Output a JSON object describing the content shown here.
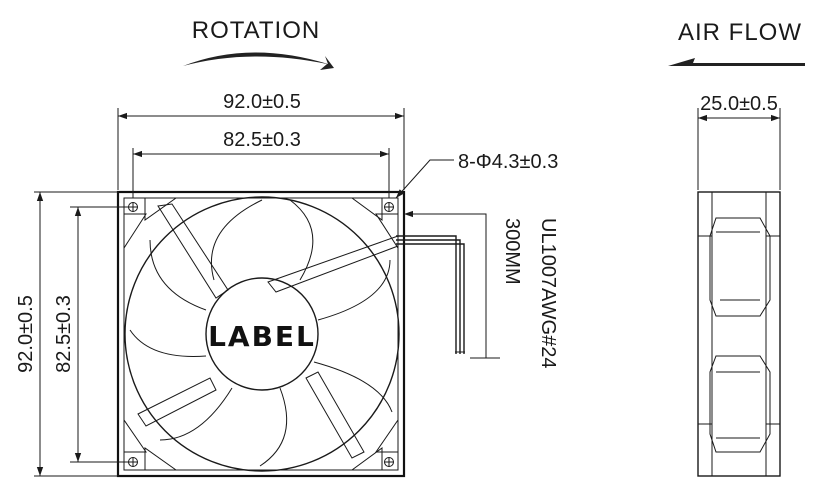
{
  "labels": {
    "rotation": "ROTATION",
    "air_flow": "AIR FLOW",
    "outer_width": "92.0±0.5",
    "hole_spacing_width": "82.5±0.3",
    "outer_height": "92.0±0.5",
    "hole_spacing_height": "82.5±0.3",
    "mount_holes": "8-Φ4.3±0.3",
    "depth": "25.0±0.5",
    "cable_spec": "UL1007AWG#24",
    "cable_length": "300MM",
    "hub_label": "LABEL"
  },
  "colors": {
    "line": "#1a1a1a",
    "background": "#ffffff"
  }
}
